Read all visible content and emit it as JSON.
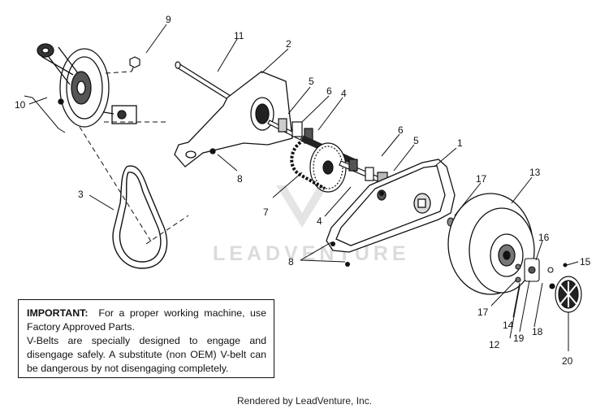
{
  "diagram": {
    "callouts": [
      "9",
      "11",
      "2",
      "10",
      "5",
      "6",
      "4",
      "8",
      "1",
      "6",
      "5",
      "3",
      "7",
      "4",
      "17",
      "13",
      "8",
      "16",
      "15",
      "17",
      "14",
      "19",
      "18",
      "12",
      "20"
    ]
  },
  "watermark": "LEADVENTURE",
  "note": {
    "heading": "IMPORTANT:",
    "line1": "For a proper working machine, use Factory Approved Parts.",
    "line2": "V-Belts are specially designed to engage and disengage safely. A substitute (non OEM) V-belt can be dangerous by not disengaging completely."
  },
  "footer": "Rendered by LeadVenture, Inc."
}
